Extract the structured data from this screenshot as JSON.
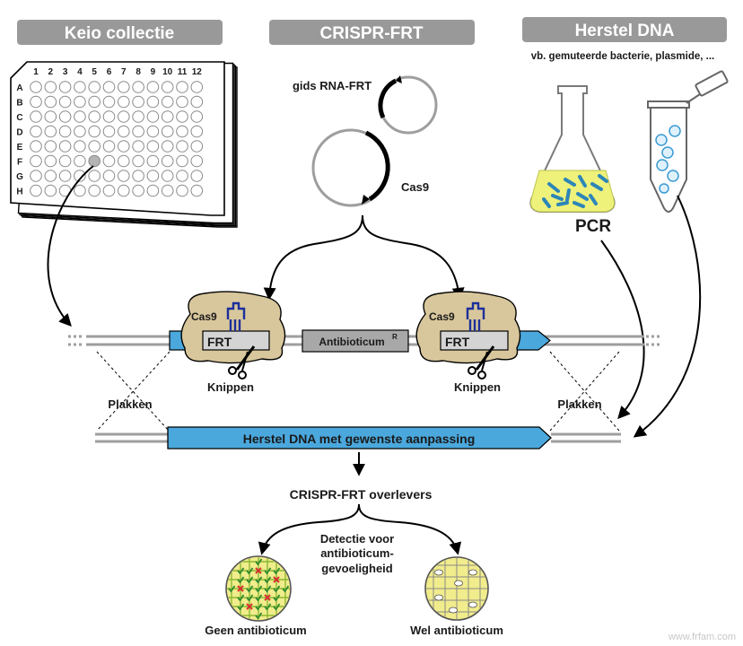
{
  "headers": {
    "keio": "Keio collectie",
    "crispr": "CRISPR-FRT",
    "repair": "Herstel DNA"
  },
  "repair_examples": "vb. gemuteerde bacterie, plasmide, ...",
  "plate": {
    "columns": [
      "1",
      "2",
      "3",
      "4",
      "5",
      "6",
      "7",
      "8",
      "9",
      "10",
      "11",
      "12"
    ],
    "rows": [
      "A",
      "B",
      "C",
      "D",
      "E",
      "F",
      "G",
      "H"
    ],
    "selected_well": "F5"
  },
  "plasmids": {
    "guide_label": "gids RNA-FRT",
    "cas9_label": "Cas9"
  },
  "pcr_label": "PCR",
  "locus": {
    "cas9_left": "Cas9",
    "cas9_right": "Cas9",
    "frt_left": "FRT",
    "frt_right": "FRT",
    "antibiotic": "Antibioticum",
    "antibiotic_sup": "R",
    "cut_left": "Knippen",
    "cut_right": "Knippen",
    "paste_left": "Plakken",
    "paste_right": "Plakken"
  },
  "repair_bar_label": "Herstel DNA met gewenste aanpassing",
  "survivors_label": "CRISPR-FRT overlevers",
  "detection_label": [
    "Detectie voor",
    "antibioticum-",
    "gevoeligheid"
  ],
  "dish_left_label": "Geen antibioticum",
  "dish_right_label": "Wel antibioticum",
  "watermark": "www.frfam.com",
  "colors": {
    "header_gray": "#999999",
    "dna_blue": "#4aa8dd",
    "cas9_tan": "#d8c79c",
    "flask_yellow": "#eef27a",
    "guide_rna_blue": "#1c2f9a",
    "dish_yellow": "#f1ec8c",
    "dish_grid_green": "#8ab832",
    "check_green": "#2f8a2f",
    "cross_red": "#d93030"
  }
}
